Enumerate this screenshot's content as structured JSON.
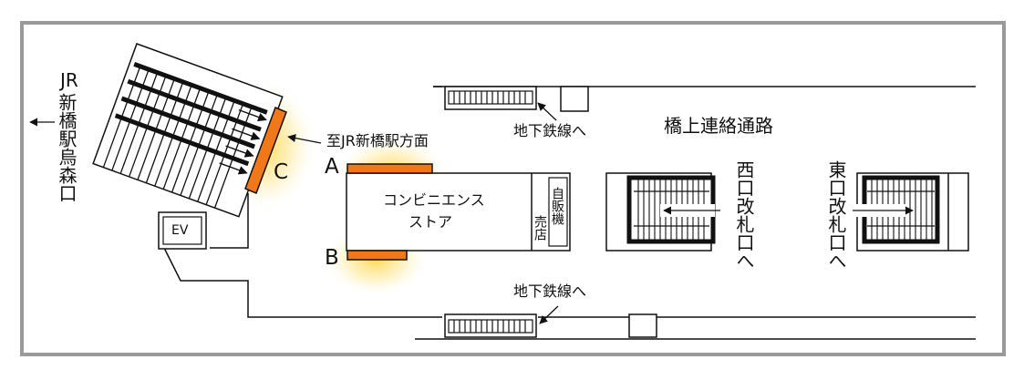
{
  "labels": {
    "jr_top": "JR",
    "jr_vertical": "新橋駅烏森口",
    "to_jr": "至JR新橋駅方面",
    "subway_top": "地下鉄線へ",
    "subway_bottom": "地下鉄線へ",
    "bridge": "橋上連絡通路",
    "store_line1": "コンビニエンス",
    "store_line2": "ストア",
    "vending": "自販機",
    "kiosk": "売店",
    "west_gate": "西口改札口へ",
    "east_gate": "東口改札口へ",
    "ev": "EV",
    "point_a": "A",
    "point_b": "B",
    "point_c": "C"
  },
  "colors": {
    "highlight": "#f07818",
    "glow": "#ffd23c",
    "line": "#111111",
    "frame": "#9a9a9a"
  }
}
